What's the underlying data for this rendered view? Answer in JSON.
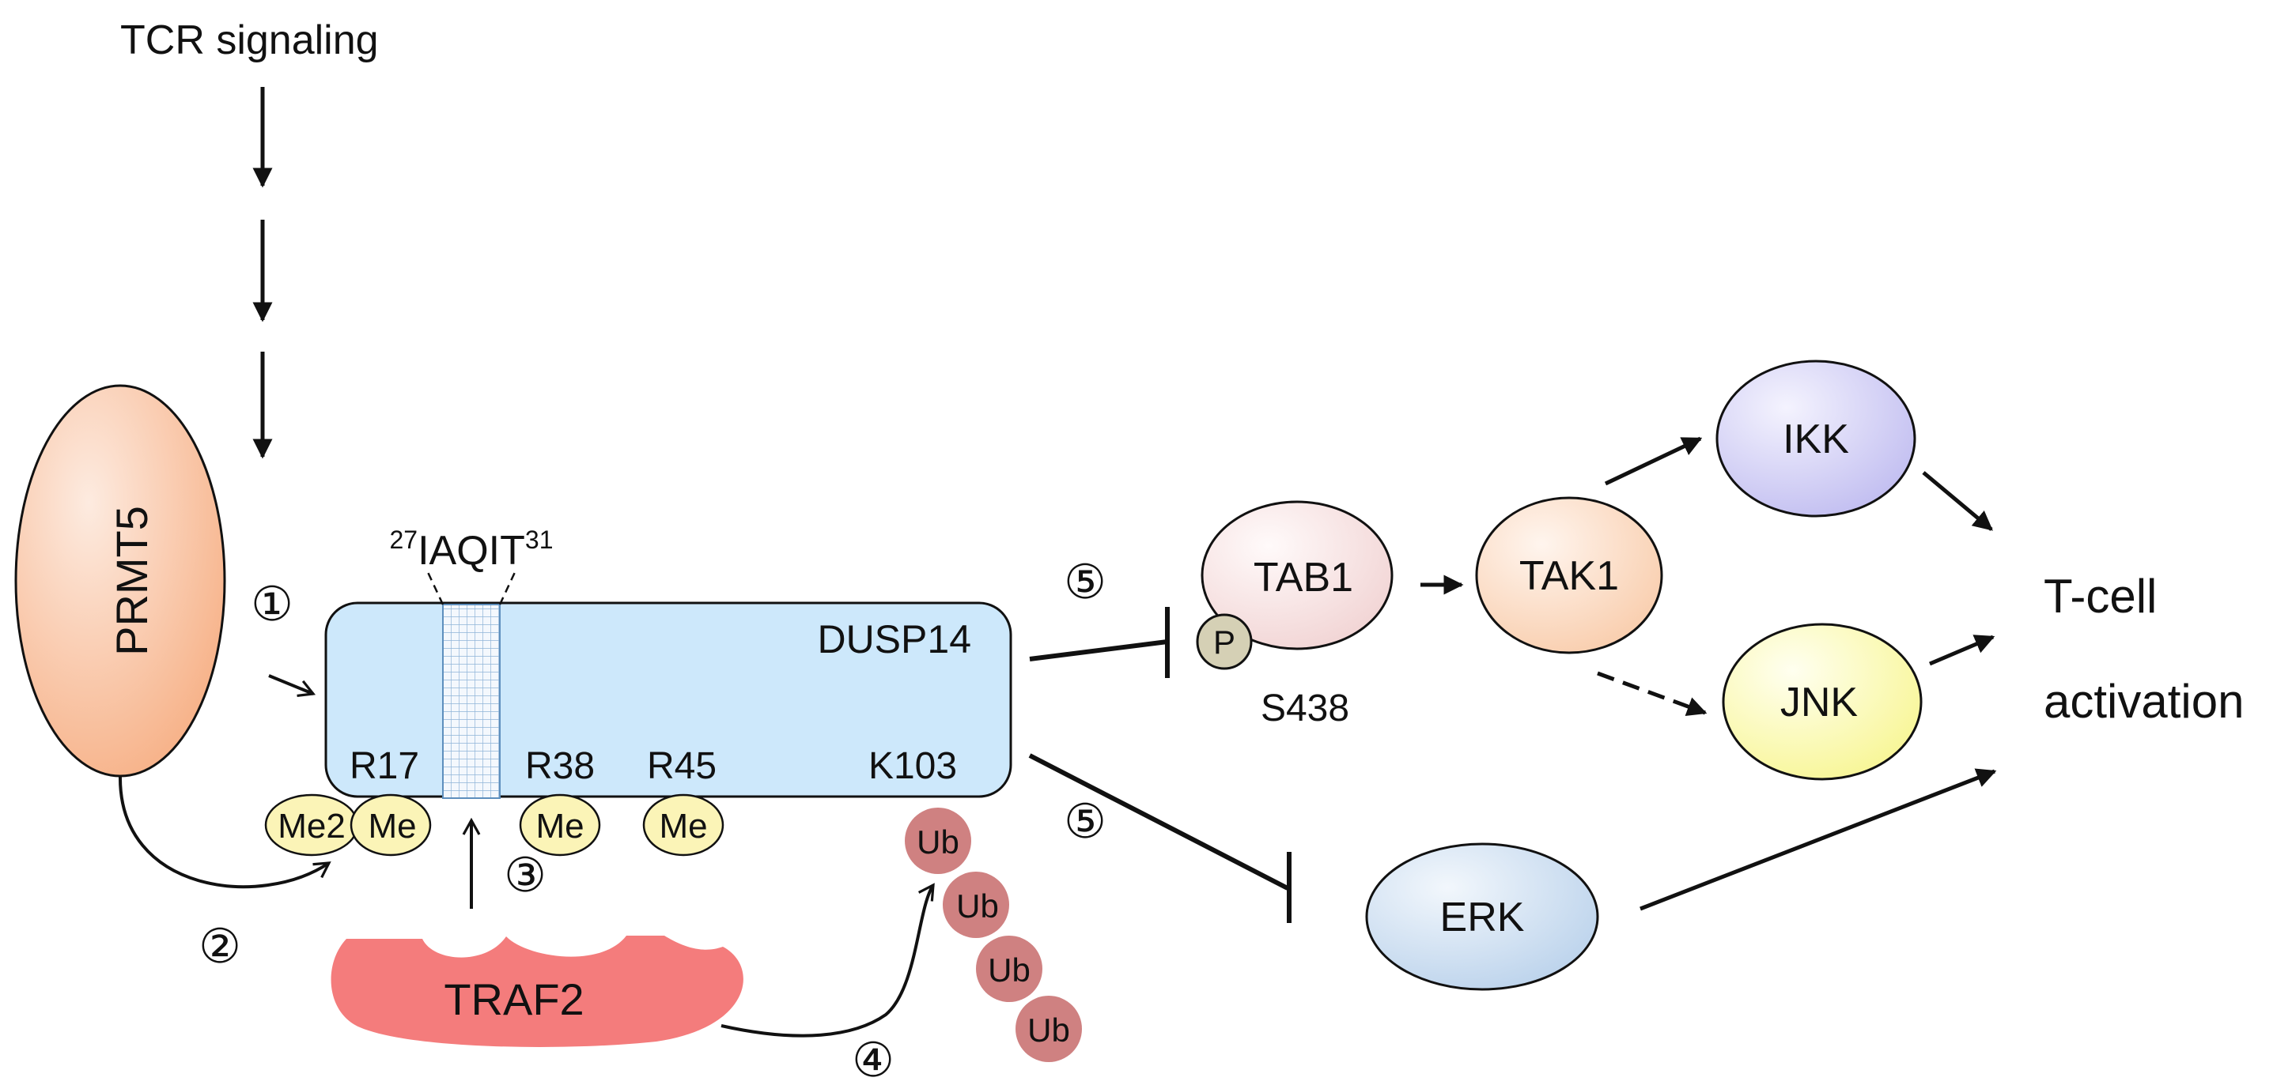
{
  "tcr_signaling": "TCR signaling",
  "motif": {
    "start": "27",
    "seq": "IAQIT",
    "end": "31"
  },
  "proteins": {
    "prmt5": "PRMT5",
    "dusp14": "DUSP14",
    "traf2": "TRAF2",
    "tab1": "TAB1",
    "tak1": "TAK1",
    "ikk": "IKK",
    "jnk": "JNK",
    "erk": "ERK"
  },
  "residues": {
    "r17": "R17",
    "r38": "R38",
    "r45": "R45",
    "k103": "K103",
    "s438": "S438"
  },
  "modifications": {
    "me2": "Me2",
    "me": "Me",
    "ub": "Ub",
    "p": "P"
  },
  "steps": {
    "s1": "①",
    "s2": "②",
    "s3": "③",
    "s4": "④",
    "s5": "⑤"
  },
  "outcome": {
    "line1": "T-cell",
    "line2": "activation"
  },
  "colors": {
    "prmt5": "#f6ab7e",
    "dusp14": "#cde8fb",
    "traf2": "#f47c7c",
    "tab1": "#f5dfdf",
    "tak1": "#fad2b4",
    "ikk": "#cccaf2",
    "jnk": "#fbfbb0",
    "erk": "#c8dcf0",
    "methyl": "#fbf4b7",
    "ubiquitin": "#cf8181",
    "phospho": "#d5d0b5"
  }
}
